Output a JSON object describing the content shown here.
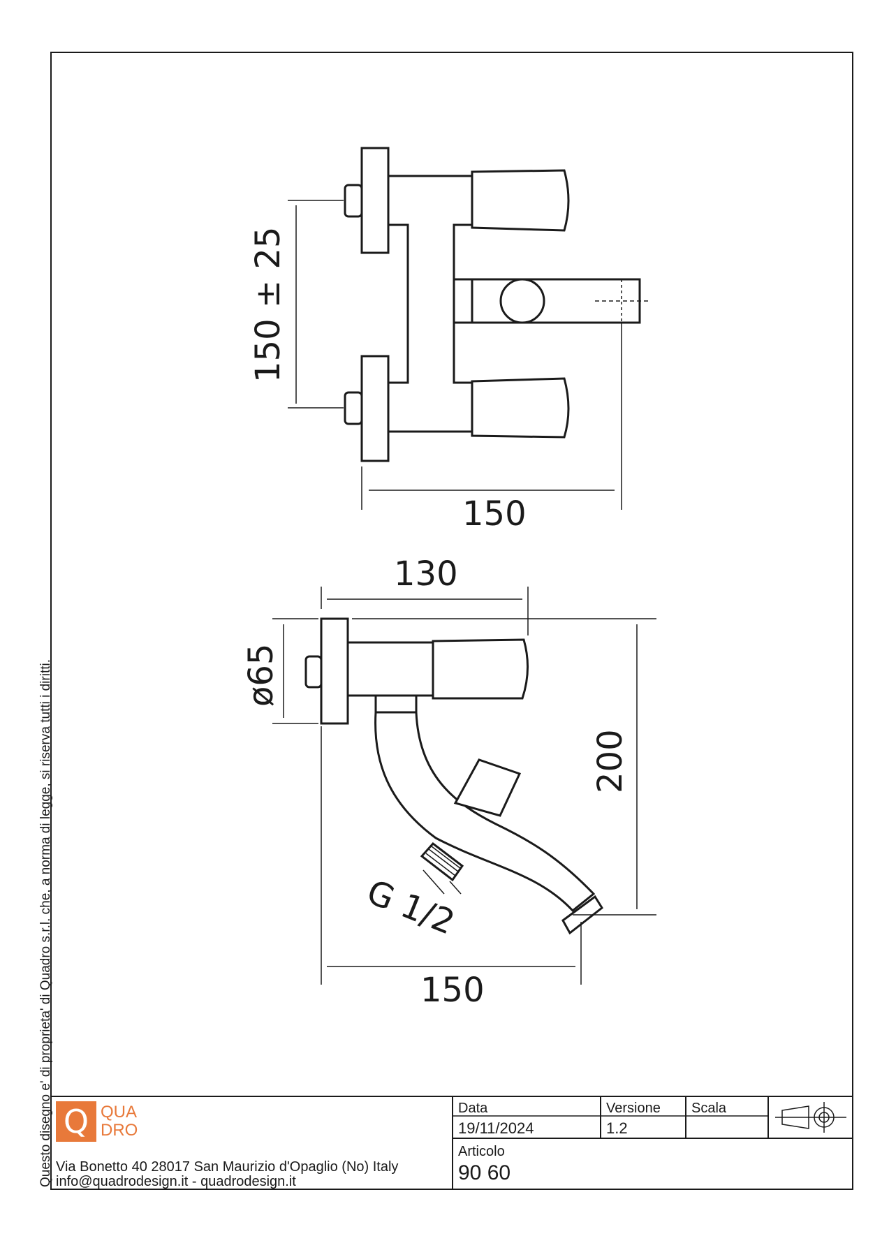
{
  "copyright": "Questo disegno e' di proprieta' di Quadro s.r.l. che, a norma di legge, si riserva tutti i diritti.",
  "drawing": {
    "top_view": {
      "dim_center_distance": "150 ± 25",
      "dim_width": "150"
    },
    "side_view": {
      "dim_projection": "130",
      "dim_flange_diameter": "ø65",
      "dim_height": "200",
      "dim_thread": "G 1/2",
      "dim_width": "150"
    }
  },
  "title_block": {
    "logo": {
      "line1": "QUA",
      "line2": "DRO",
      "letter": "Q",
      "color": "#e8793a"
    },
    "address": "Via Bonetto 40  28017 San Maurizio d'Opaglio (No) Italy",
    "contact": "info@quadrodesign.it  -  quadrodesign.it",
    "date_label": "Data",
    "date_value": "19/11/2024",
    "version_label": "Versione",
    "version_value": "1.2",
    "scale_label": "Scala",
    "scale_value": "",
    "article_label": "Articolo",
    "article_value": "90 60"
  }
}
